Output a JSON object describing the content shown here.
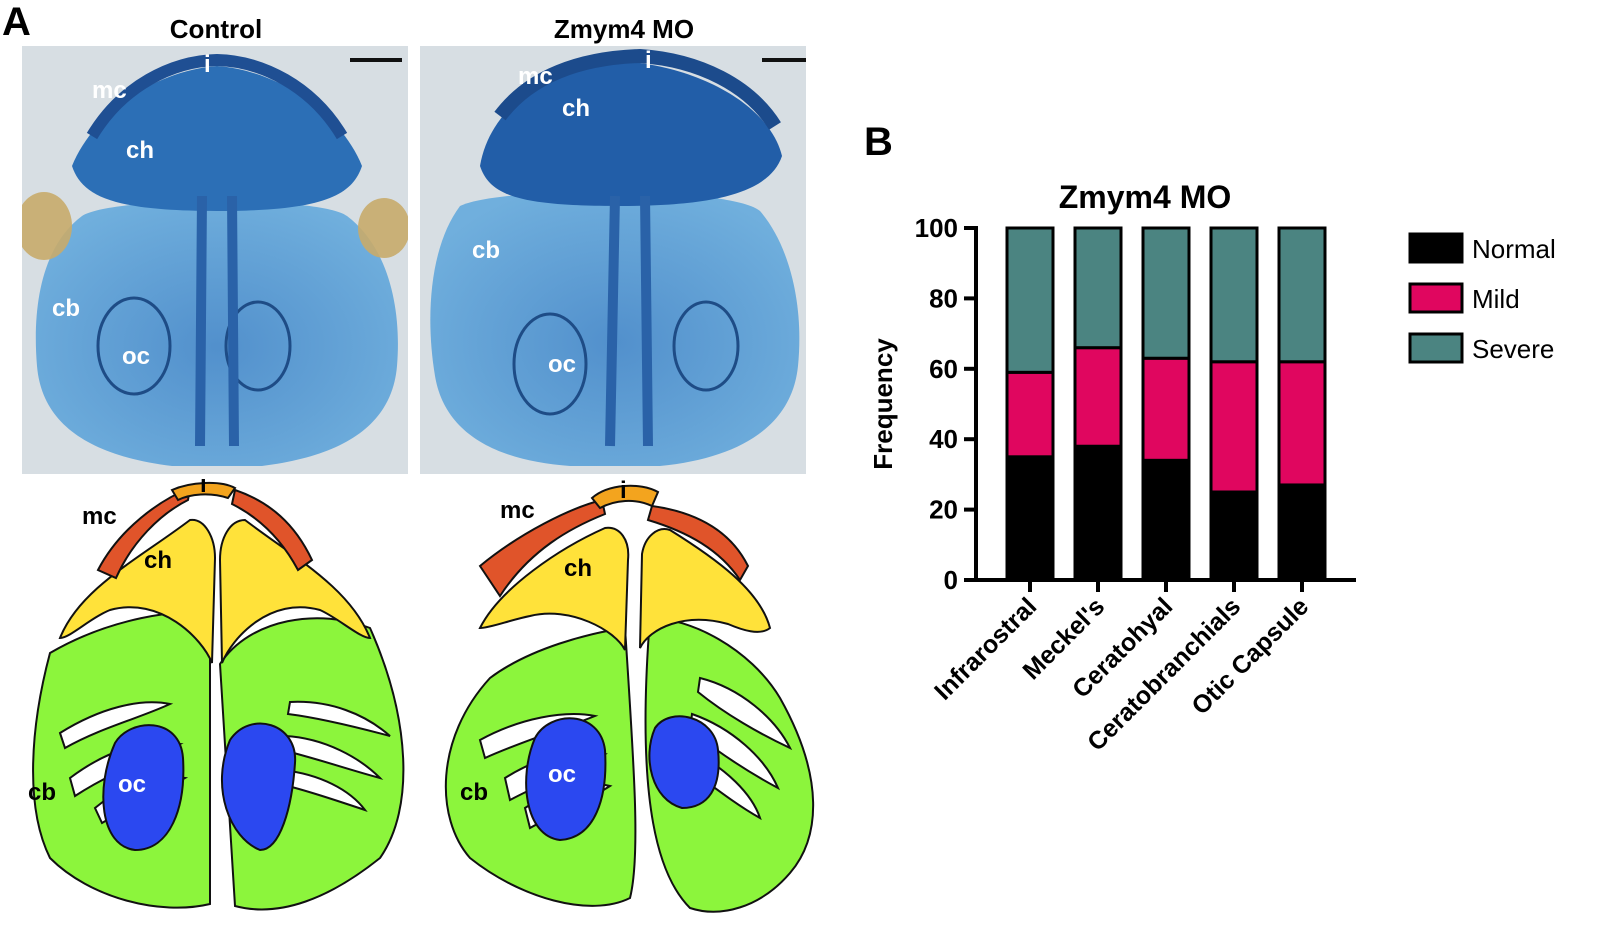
{
  "panel_a": {
    "letter": "A",
    "control": {
      "title": "Control",
      "labels": {
        "i": "i",
        "mc": "mc",
        "ch": "ch",
        "cb": "cb",
        "oc": "oc"
      }
    },
    "mo": {
      "title": "Zmym4 MO",
      "labels": {
        "i": "i",
        "mc": "mc",
        "ch": "ch",
        "cb": "cb",
        "oc": "oc"
      }
    },
    "colors": {
      "photo_bg": "#cfd8de",
      "stain": "#2f79c2",
      "stain_dark": "#1f4f93",
      "infrarostral": "#f3a41e",
      "meckels": "#e0542a",
      "ceratohyal": "#ffe23a",
      "ceratobranchials": "#8cf53c",
      "otic_capsule": "#2b48f0"
    }
  },
  "panel_b": {
    "letter": "B"
  },
  "chart_data": {
    "type": "bar",
    "stacked": true,
    "title": "Zmym4 MO",
    "ylabel": "Frequency",
    "xlabel": "",
    "ylim": [
      0,
      100
    ],
    "yticks": [
      0,
      20,
      40,
      60,
      80,
      100
    ],
    "categories": [
      "Infrarostral",
      "Meckel's",
      "Ceratohyal",
      "Ceratobranchials",
      "Otic Capsule"
    ],
    "series": [
      {
        "name": "Normal",
        "color": "#000000",
        "values": [
          35,
          38,
          34,
          25,
          27
        ]
      },
      {
        "name": "Mild",
        "color": "#e0065f",
        "values": [
          24,
          28,
          29,
          37,
          35
        ]
      },
      {
        "name": "Severe",
        "color": "#4b8481",
        "values": [
          41,
          34,
          37,
          38,
          38
        ]
      }
    ],
    "legend_position": "right",
    "grid": false
  }
}
